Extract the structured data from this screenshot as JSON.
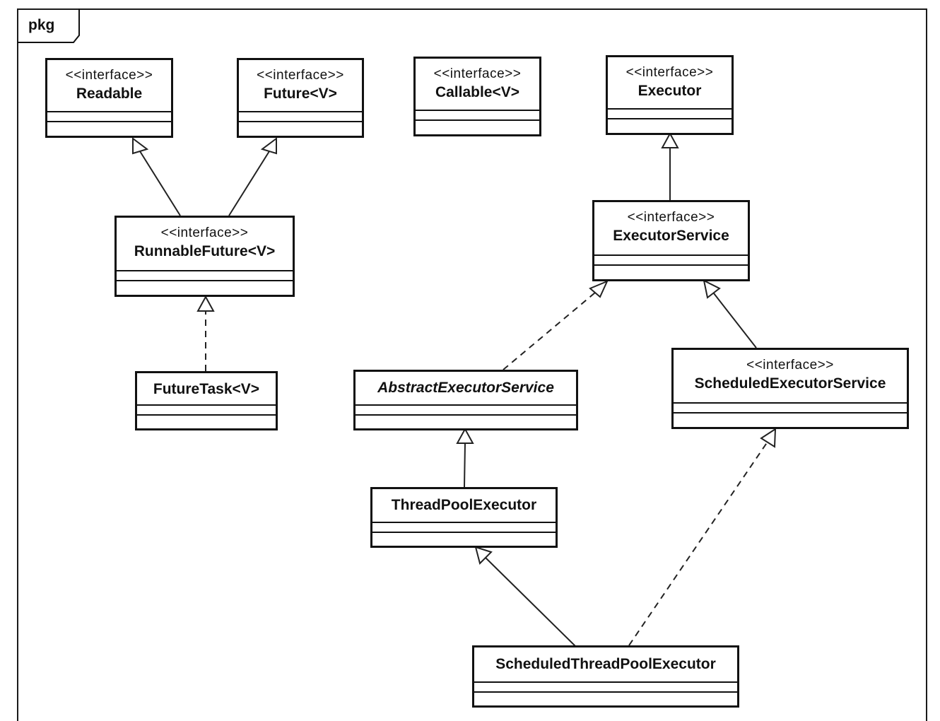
{
  "package": {
    "label": "pkg"
  },
  "classes": {
    "readable": {
      "stereotype": "<<interface>>",
      "name": "Readable"
    },
    "future": {
      "stereotype": "<<interface>>",
      "name": "Future<V>"
    },
    "callable": {
      "stereotype": "<<interface>>",
      "name": "Callable<V>"
    },
    "executor": {
      "stereotype": "<<interface>>",
      "name": "Executor"
    },
    "runnable_future": {
      "stereotype": "<<interface>>",
      "name": "RunnableFuture<V>"
    },
    "executor_service": {
      "stereotype": "<<interface>>",
      "name": "ExecutorService"
    },
    "future_task": {
      "name": "FutureTask<V>"
    },
    "abstract_executor_service": {
      "name": "AbstractExecutorService"
    },
    "scheduled_executor_service": {
      "stereotype": "<<interface>>",
      "name": "ScheduledExecutorService"
    },
    "thread_pool_executor": {
      "name": "ThreadPoolExecutor"
    },
    "scheduled_thread_pool_executor": {
      "name": "ScheduledThreadPoolExecutor"
    }
  },
  "relations": [
    {
      "from": "RunnableFuture<V>",
      "to": "Readable",
      "kind": "generalization"
    },
    {
      "from": "RunnableFuture<V>",
      "to": "Future<V>",
      "kind": "generalization"
    },
    {
      "from": "FutureTask<V>",
      "to": "RunnableFuture<V>",
      "kind": "realization"
    },
    {
      "from": "ExecutorService",
      "to": "Executor",
      "kind": "generalization"
    },
    {
      "from": "AbstractExecutorService",
      "to": "ExecutorService",
      "kind": "realization"
    },
    {
      "from": "ScheduledExecutorService",
      "to": "ExecutorService",
      "kind": "generalization"
    },
    {
      "from": "ThreadPoolExecutor",
      "to": "AbstractExecutorService",
      "kind": "generalization"
    },
    {
      "from": "ScheduledThreadPoolExecutor",
      "to": "ThreadPoolExecutor",
      "kind": "generalization"
    },
    {
      "from": "ScheduledThreadPoolExecutor",
      "to": "ScheduledExecutorService",
      "kind": "realization"
    }
  ]
}
